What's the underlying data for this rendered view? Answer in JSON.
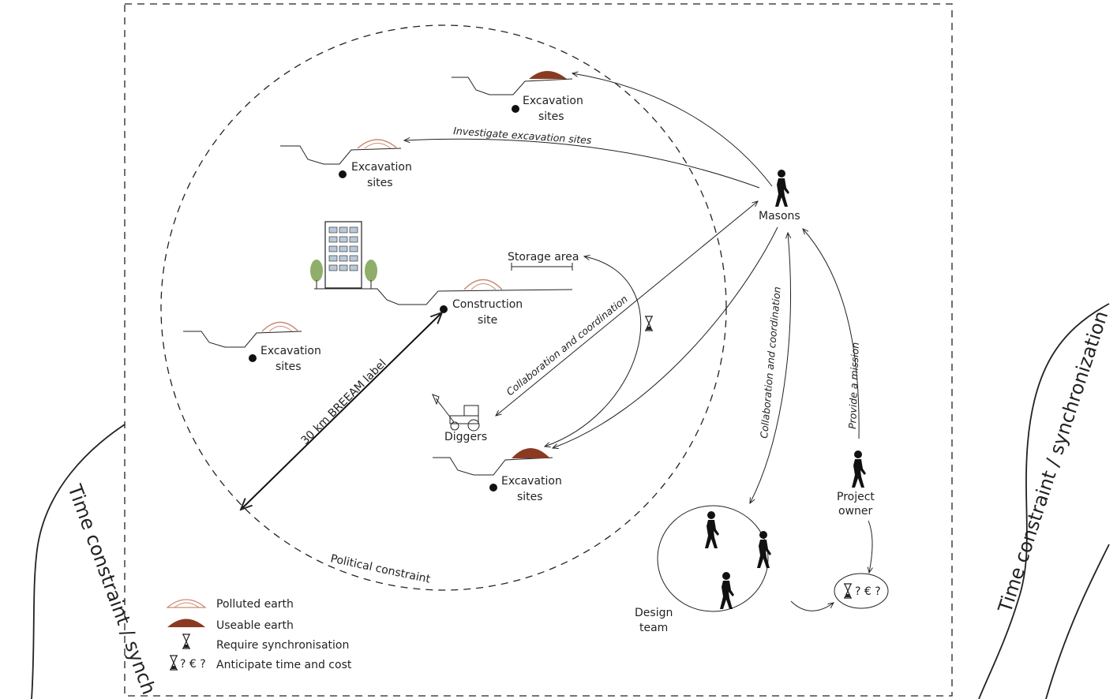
{
  "labels": {
    "excavation_1_line1": "Excavation",
    "excavation_1_line2": "sites",
    "excavation_2_line1": "Excavation",
    "excavation_2_line2": "sites",
    "excavation_3_line1": "Excavation",
    "excavation_3_line2": "sites",
    "excavation_4_line1": "Excavation",
    "excavation_4_line2": "sites",
    "construction_line1": "Construction",
    "construction_line2": "site",
    "storage_area": "Storage area",
    "diggers": "Diggers",
    "masons": "Masons",
    "project_owner_line1": "Project",
    "project_owner_line2": "owner",
    "design_team_line1": "Design",
    "design_team_line2": "team",
    "cost_symbol": "? € ?"
  },
  "arrows": {
    "investigate": "Investigate excavation sites",
    "collab_left": "Collaboration and coordination",
    "collab_right": "Collaboration and coordination",
    "provide_mission": "Provide a mission",
    "breeam": "30 km BREEAM label",
    "political": "Political constraint"
  },
  "side_text": {
    "left": "Time constraint / synch",
    "right": "Time constraint / synchronization"
  },
  "legend": {
    "polluted": "Polluted earth",
    "useable": "Useable earth",
    "sync": "Require synchronisation",
    "cost_symbol": "? € ?",
    "anticipate": "Anticipate time and cost"
  },
  "colors": {
    "useable_earth": "#8b3a22",
    "polluted_earth": "#c98a72",
    "building": "#b9c9da",
    "tree": "#8fae6a"
  }
}
